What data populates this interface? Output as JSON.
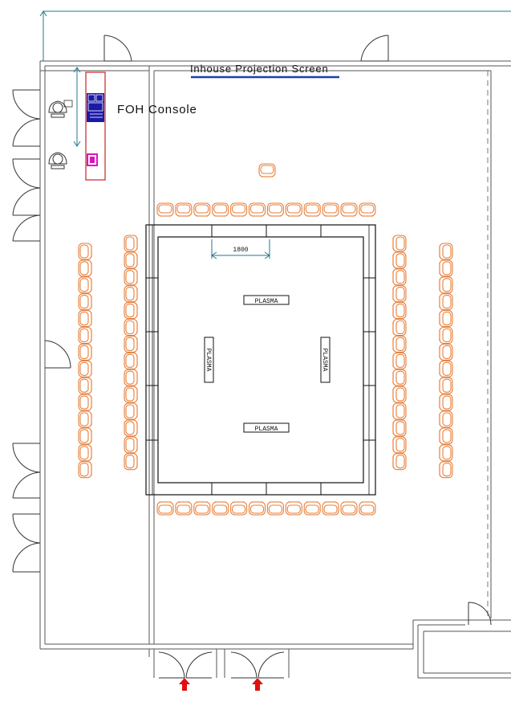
{
  "labels": {
    "projection_screen": "Inhouse Projection Screen",
    "foh_console": "FOH Console",
    "dimension": "1800",
    "plasma_top": "PLASMA",
    "plasma_left": "PLASMA",
    "plasma_right": "PLASMA",
    "plasma_bottom": "PLASMA"
  },
  "colors": {
    "chair": "#e87f3a",
    "wall": "#555555",
    "dimension_line": "#1f7a8c",
    "screen": "#1a3fb0",
    "foh_frame": "#cc2222",
    "console": "#1a1aa8",
    "monitor": "#e010c0",
    "entry_arrow": "#e01010",
    "table_line": "#111111"
  },
  "icons": {
    "chair": "chair-icon",
    "operator": "operator-person-icon",
    "arrow": "entry-arrow-icon"
  },
  "seating": {
    "top_row": 12,
    "bottom_row": 12,
    "left_inner_column": 14,
    "left_outer_column": 14,
    "right_inner_column": 14,
    "right_outer_column": 14,
    "presenter": 1,
    "foh_operators": 2
  }
}
